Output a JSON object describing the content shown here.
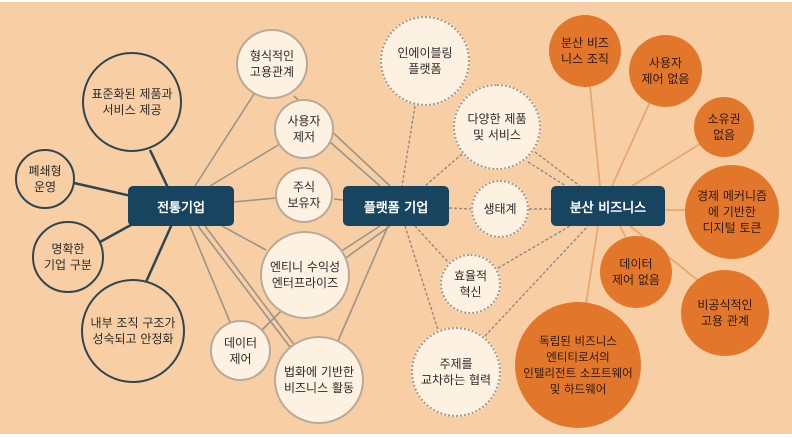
{
  "hubs": {
    "traditional": "전통기업",
    "platform": "플랫폼 기업",
    "distributed": "분산 비즈니스"
  },
  "traditional_nodes": {
    "standardized": "표준화된 제품과\n서비스 제공",
    "closed": "폐쇄형\n운영",
    "clear": "명확한\n기업 구분",
    "internal": "내부 조직 구조가\n성숙되고 안정화"
  },
  "shared_nodes": {
    "formal_employment": "형식적인\n고용관계",
    "user_control": "사용자\n제저",
    "shareholders": "주식\n보유자",
    "entity_enterprise": "엔티니 수익성\n엔터프라이즈",
    "data_control": "데이터\n제어",
    "legal_business": "법화에 기반한\n비즈니스 활동"
  },
  "platform_nodes": {
    "enabling": "인에이블링\n플랫폼",
    "diverse": "다양한 제품\n및 서비스",
    "ecosystem": "생태계",
    "efficient": "효율적\n혁신",
    "cross": "주제를\n교차하는 협력"
  },
  "distributed_nodes": {
    "org": "분산 비즈\n니스 조직",
    "no_user_control": "사용자\n제어 없음",
    "no_ownership": "소유권\n없음",
    "tokens": "경제 메커니즘\n에 기반한\n디지털 토큰",
    "no_data_control": "데이터\n제어 없음",
    "informal": "비공식적인\n고용 관계",
    "intelligent": "독립된 비즈니스\n엔티티로서의\n인텔리전트 소프트웨어\n및 하드웨어"
  },
  "colors": {
    "background": "#f8cfa4",
    "hub": "#17445f",
    "orange": "#e2772c",
    "light": "#fdf1e1"
  }
}
